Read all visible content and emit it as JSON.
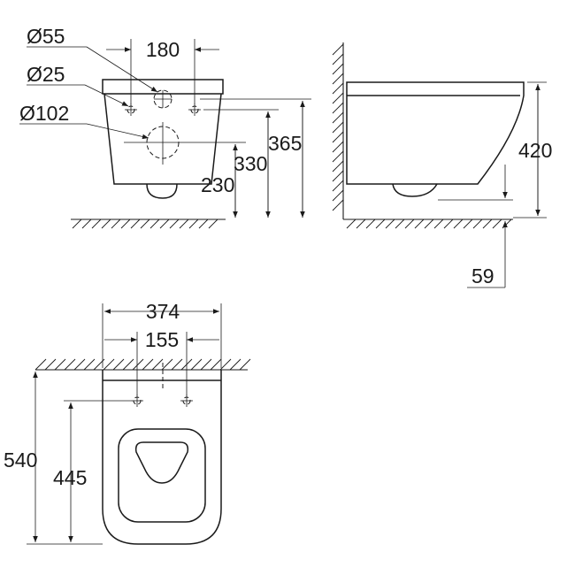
{
  "colors": {
    "ink": "#1a1a1a",
    "background": "#ffffff"
  },
  "front_view": {
    "dia_55": "Ø55",
    "dim_180": "180",
    "dia_25": "Ø25",
    "dia_102": "Ø102",
    "dim_365": "365",
    "dim_330": "330",
    "dim_230": "230"
  },
  "side_view": {
    "dim_420": "420",
    "dim_59": "59"
  },
  "top_view": {
    "dim_374": "374",
    "dim_155": "155",
    "dim_540": "540",
    "dim_445": "445"
  }
}
